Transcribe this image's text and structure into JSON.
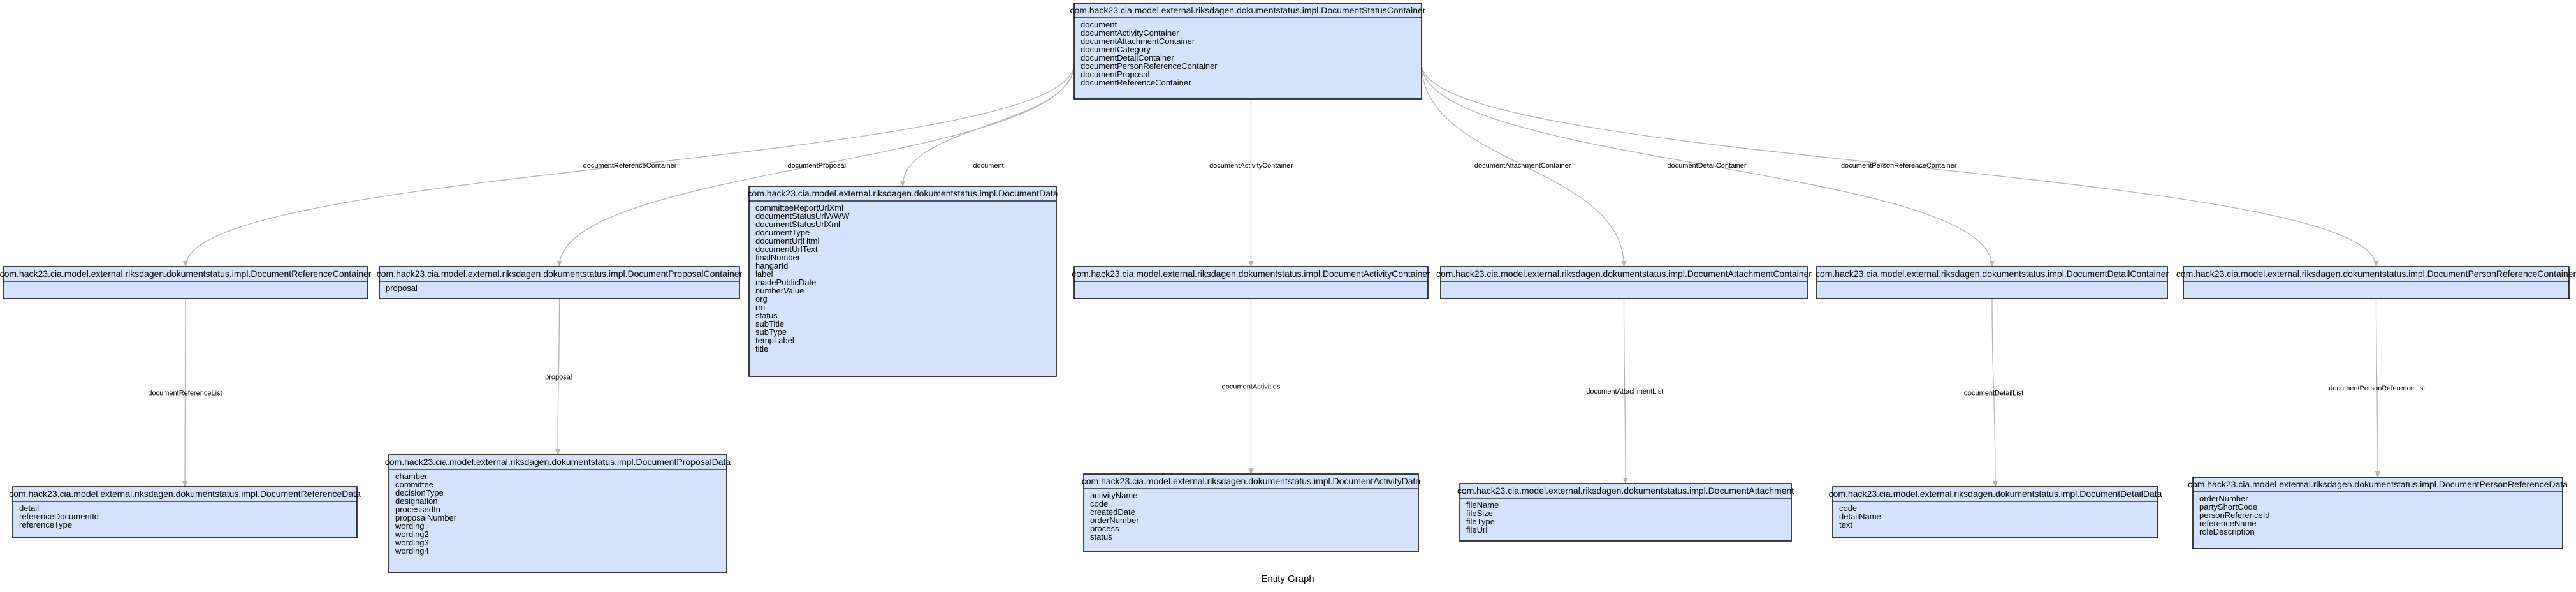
{
  "caption": "Entity Graph",
  "nodes": [
    {
      "id": "status",
      "title": "com.hack23.cia.model.external.riksdagen.dokumentstatus.impl.DocumentStatusContainer",
      "fields": [
        "document",
        "documentActivityContainer",
        "documentAttachmentContainer",
        "documentCategory",
        "documentDetailContainer",
        "documentPersonReferenceContainer",
        "documentProposal",
        "documentReferenceContainer"
      ]
    },
    {
      "id": "refcont",
      "title": "com.hack23.cia.model.external.riksdagen.dokumentstatus.impl.DocumentReferenceContainer",
      "fields": []
    },
    {
      "id": "propcont",
      "title": "com.hack23.cia.model.external.riksdagen.dokumentstatus.impl.DocumentProposalContainer",
      "fields": [
        "proposal"
      ]
    },
    {
      "id": "docdata",
      "title": "com.hack23.cia.model.external.riksdagen.dokumentstatus.impl.DocumentData",
      "fields": [
        "committeeReportUrlXml",
        "documentStatusUrlWWW",
        "documentStatusUrlXml",
        "documentType",
        "documentUrlHtml",
        "documentUrlText",
        "finalNumber",
        "hangarId",
        "label",
        "madePublicDate",
        "numberValue",
        "org",
        "rm",
        "status",
        "subTitle",
        "subType",
        "tempLabel",
        "title"
      ]
    },
    {
      "id": "actcont",
      "title": "com.hack23.cia.model.external.riksdagen.dokumentstatus.impl.DocumentActivityContainer",
      "fields": []
    },
    {
      "id": "attcont",
      "title": "com.hack23.cia.model.external.riksdagen.dokumentstatus.impl.DocumentAttachmentContainer",
      "fields": []
    },
    {
      "id": "detcont",
      "title": "com.hack23.cia.model.external.riksdagen.dokumentstatus.impl.DocumentDetailContainer",
      "fields": []
    },
    {
      "id": "perscont",
      "title": "com.hack23.cia.model.external.riksdagen.dokumentstatus.impl.DocumentPersonReferenceContainer",
      "fields": []
    },
    {
      "id": "refdata",
      "title": "com.hack23.cia.model.external.riksdagen.dokumentstatus.impl.DocumentReferenceData",
      "fields": [
        "detail",
        "referenceDocumentId",
        "referenceType"
      ]
    },
    {
      "id": "propdata",
      "title": "com.hack23.cia.model.external.riksdagen.dokumentstatus.impl.DocumentProposalData",
      "fields": [
        "chamber",
        "committee",
        "decisionType",
        "designation",
        "processedIn",
        "proposalNumber",
        "wording",
        "wording2",
        "wording3",
        "wording4"
      ]
    },
    {
      "id": "actdata",
      "title": "com.hack23.cia.model.external.riksdagen.dokumentstatus.impl.DocumentActivityData",
      "fields": [
        "activityName",
        "code",
        "createdDate",
        "orderNumber",
        "process",
        "status"
      ]
    },
    {
      "id": "attdata",
      "title": "com.hack23.cia.model.external.riksdagen.dokumentstatus.impl.DocumentAttachment",
      "fields": [
        "fileName",
        "fileSize",
        "fileType",
        "fileUrl"
      ]
    },
    {
      "id": "detdata",
      "title": "com.hack23.cia.model.external.riksdagen.dokumentstatus.impl.DocumentDetailData",
      "fields": [
        "code",
        "detailName",
        "text"
      ]
    },
    {
      "id": "persdata",
      "title": "com.hack23.cia.model.external.riksdagen.dokumentstatus.impl.DocumentPersonReferenceData",
      "fields": [
        "orderNumber",
        "partyShortCode",
        "personReferenceId",
        "referenceName",
        "roleDescription"
      ]
    }
  ],
  "edges": [
    {
      "from": "status",
      "to": "refcont",
      "label": "documentReferenceContainer"
    },
    {
      "from": "status",
      "to": "propcont",
      "label": "documentProposal"
    },
    {
      "from": "status",
      "to": "docdata",
      "label": "document"
    },
    {
      "from": "status",
      "to": "actcont",
      "label": "documentActivityContainer"
    },
    {
      "from": "status",
      "to": "attcont",
      "label": "documentAttachmentContainer"
    },
    {
      "from": "status",
      "to": "detcont",
      "label": "documentDetailContainer"
    },
    {
      "from": "status",
      "to": "perscont",
      "label": "documentPersonReferenceContainer"
    },
    {
      "from": "refcont",
      "to": "refdata",
      "label": "documentReferenceList"
    },
    {
      "from": "propcont",
      "to": "propdata",
      "label": "proposal"
    },
    {
      "from": "actcont",
      "to": "actdata",
      "label": "documentActivities"
    },
    {
      "from": "attcont",
      "to": "attdata",
      "label": "documentAttachmentList"
    },
    {
      "from": "detcont",
      "to": "detdata",
      "label": "documentDetailList"
    },
    {
      "from": "perscont",
      "to": "persdata",
      "label": "documentPersonReferenceList"
    }
  ],
  "colors": {
    "node_fill": "#d4e3fa",
    "node_stroke": "#000000",
    "edge": "#b3b3b3"
  }
}
